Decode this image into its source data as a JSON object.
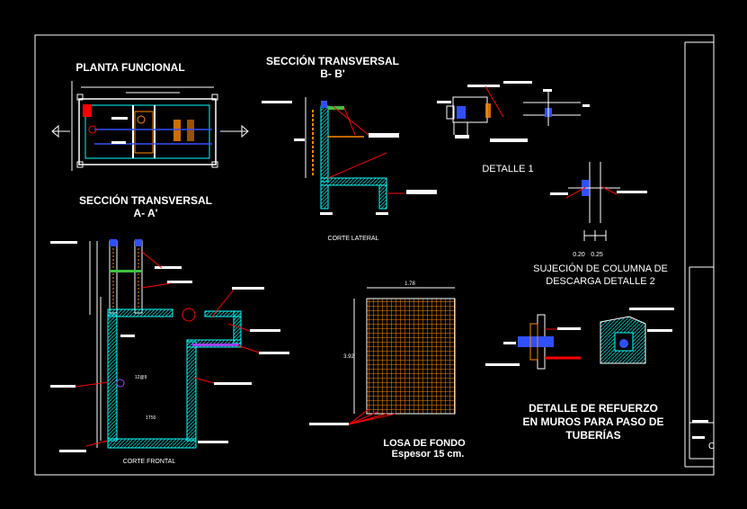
{
  "titles": {
    "planta": "PLANTA FUNCIONAL",
    "seccion_bb_1": "SECCIÓN TRANSVERSAL",
    "seccion_bb_2": "B- B'",
    "seccion_aa_1": "SECCIÓN TRANSVERSAL",
    "seccion_aa_2": "A- A'",
    "corte_lateral": "CORTE LATERAL",
    "corte_frontal": "CORTE FRONTAL",
    "detalle1": "DETALLE 1",
    "sujecion_1": "SUJECIÓN DE COLUMNA DE",
    "sujecion_2": "DESCARGA DETALLE 2",
    "refuerzo_1": "DETALLE DE REFUERZO",
    "refuerzo_2": "EN MUROS PARA PASO DE",
    "refuerzo_3": "TUBERÍAS",
    "losa_1": "LOSA DE FONDO",
    "losa_2": "Espesor 15 cm."
  },
  "dimensions": {
    "losa_width": "1.78",
    "losa_height": "3.92",
    "dim_a": "0.20",
    "dim_b": "0.25",
    "bar_1": "12@9",
    "bar_2": "1T50"
  },
  "title_block": {
    "letter": "C"
  },
  "colors": {
    "background": "#000000",
    "frame": "#ffffff",
    "rebar": "#ff8800",
    "concrete": "#00ffff",
    "leader": "#ff0000",
    "callout_box": "#ffffff"
  }
}
